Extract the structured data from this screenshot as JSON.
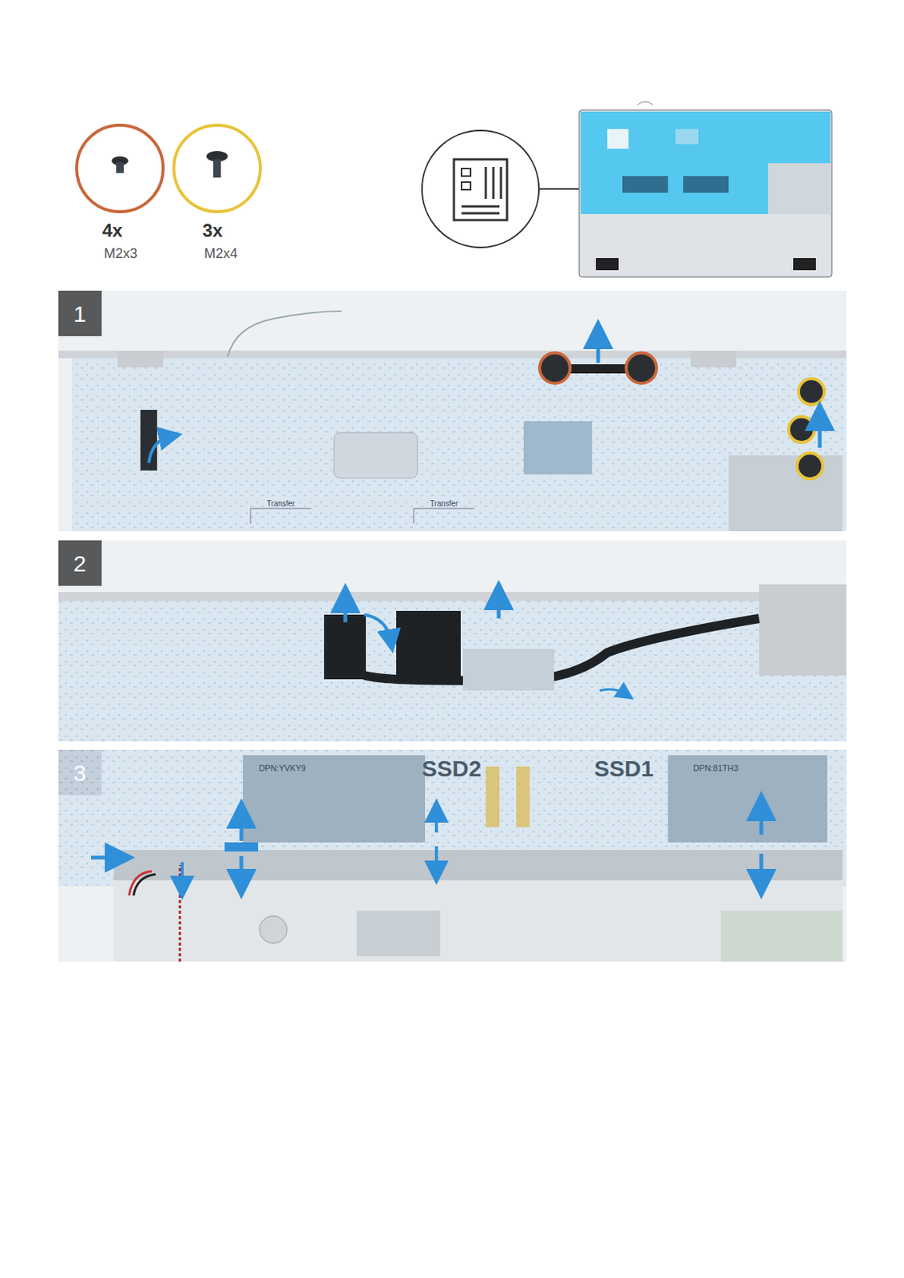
{
  "diagram": {
    "labels": [
      "4x",
      "M2x3",
      "3x",
      "M2x4",
      "1",
      "2",
      "3",
      "SSD2",
      "SSD1",
      "DPN:YVKY9",
      "DPN:81TH3",
      "Transfer",
      "Transfer"
    ]
  }
}
